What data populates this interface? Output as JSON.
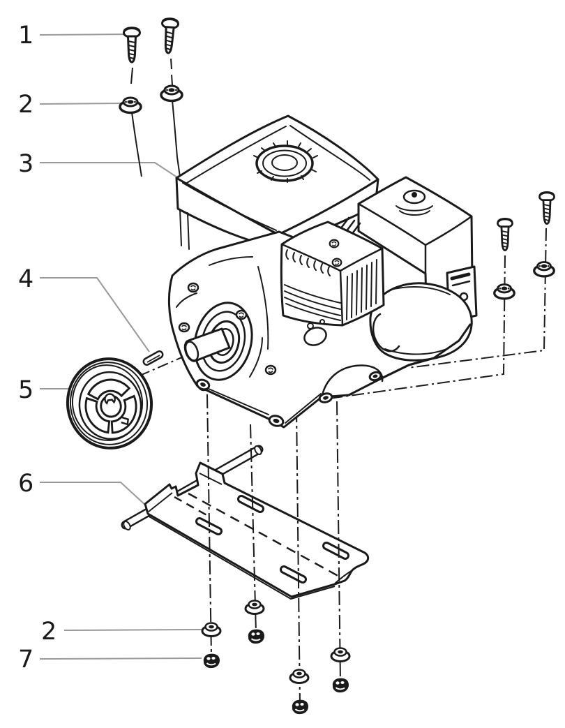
{
  "diagram": {
    "type": "exploded-parts-diagram",
    "subject": "small-engine-with-pulley-and-mounting-plate",
    "background_color": "#ffffff",
    "ink_color": "#1a1a1a",
    "leader_line_color": "#999999",
    "callouts": [
      {
        "label": "1",
        "part": "mounting-bolt"
      },
      {
        "label": "2",
        "part": "flange-washer"
      },
      {
        "label": "3",
        "part": "engine"
      },
      {
        "label": "4",
        "part": "shaft-key"
      },
      {
        "label": "5",
        "part": "pulley"
      },
      {
        "label": "6",
        "part": "mounting-plate"
      },
      {
        "label": "2",
        "part": "flange-washer"
      },
      {
        "label": "7",
        "part": "flange-nut"
      }
    ]
  }
}
